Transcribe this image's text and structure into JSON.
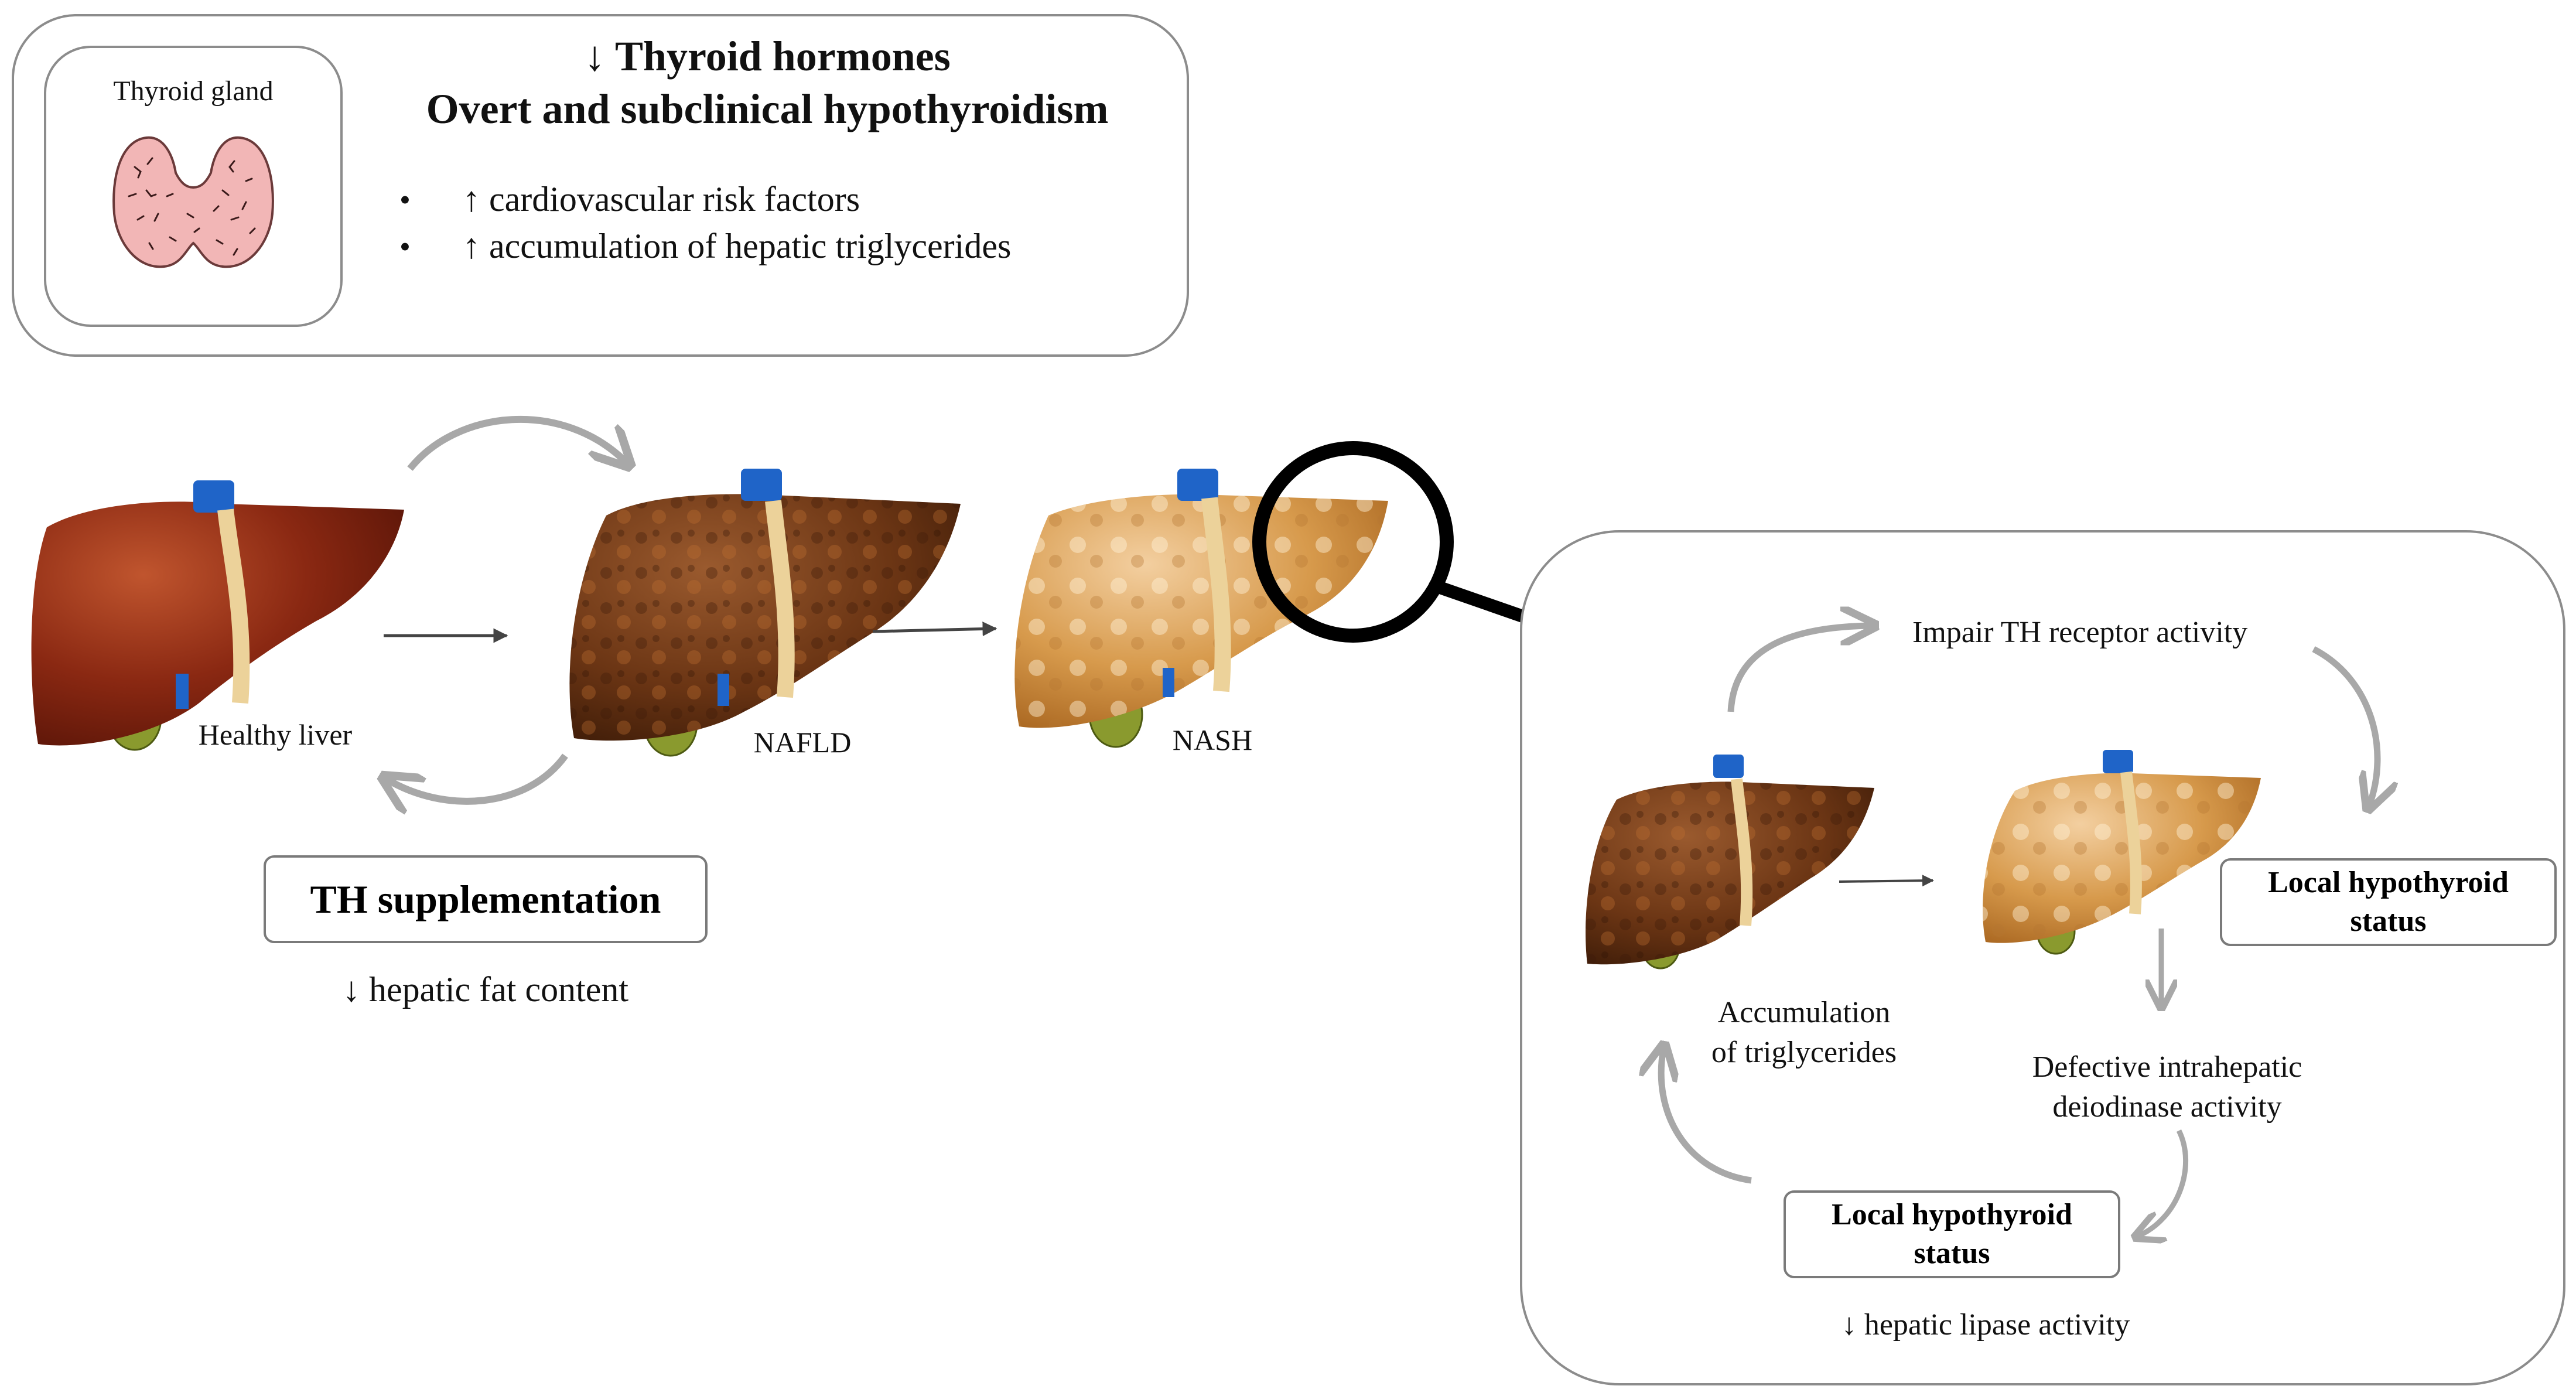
{
  "thyroid_panel": {
    "gland_label": "Thyroid gland",
    "heading_line1": "↓ Thyroid hormones",
    "heading_line2": "Overt and subclinical hypothyroidism",
    "bullets": [
      "↑ cardiovascular risk factors",
      "↑ accumulation of  hepatic triglycerides"
    ],
    "bullet_glyph": "•"
  },
  "progression": {
    "stages": [
      "Healthy liver",
      "NAFLD",
      "NASH"
    ]
  },
  "therapy": {
    "box_label": "TH supplementation",
    "effect": "↓ hepatic fat content"
  },
  "zoom_panel": {
    "impair": "Impair TH receptor activity",
    "local_status_top_line1": "Local hypothyroid",
    "local_status_top_line2": "status",
    "accumulation_line1": "Accumulation",
    "accumulation_line2": "of triglycerides",
    "defective_line1": "Defective intrahepatic",
    "defective_line2": "deiodinase activity",
    "local_status_bottom_line1": "Local hypothyroid",
    "local_status_bottom_line2": "status",
    "lipase": "↓ hepatic lipase activity"
  },
  "colors": {
    "healthy_liver": "#7a1f0e",
    "nafld_liver": "#6b3514",
    "nash_liver": "#d79a4c",
    "gallbladder": "#8a9a2e",
    "vessel": "#1f64c8",
    "ligament": "#ecd29a",
    "thyroid": "#f2b6b6",
    "arrow_grey": "#a8a8a8",
    "border_grey": "#8c8c8c"
  }
}
